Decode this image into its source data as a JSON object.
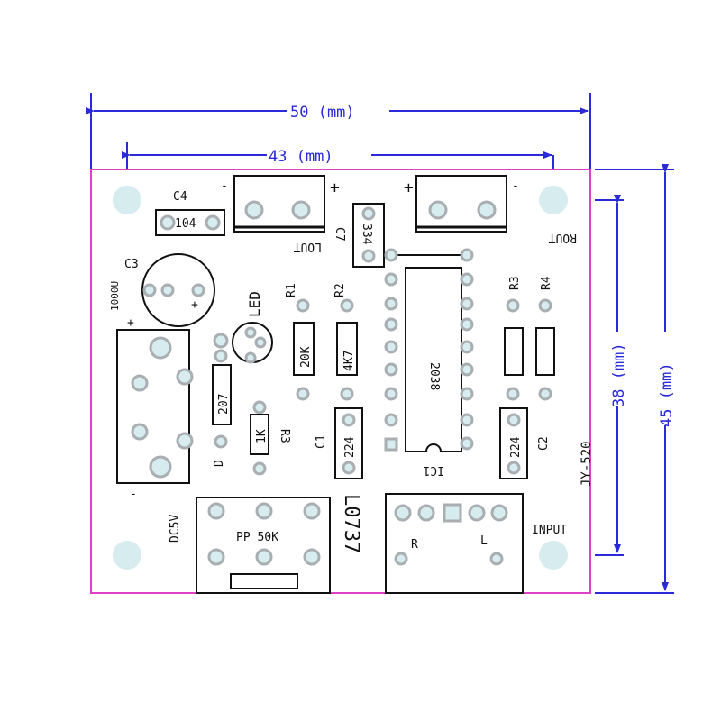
{
  "colors": {
    "dimension": "#2a2ad8",
    "board_outline": "#e040c8",
    "pad_fill": "#d6ecee",
    "pad_inner": "#a8aeb2",
    "silkscreen": "#111111"
  },
  "dimensions": {
    "width_outer": "50 (mm)",
    "width_inner": "43 (mm)",
    "height_inner": "38 (mm)",
    "height_outer": "45 (mm)"
  },
  "labels": {
    "c4": "C4",
    "c4_value": "104",
    "lout": "LOUT",
    "c7": "C7",
    "c7_value": "334",
    "rout": "ROUT",
    "c3": "C3",
    "c3_value": "1000U",
    "led": "LED",
    "r1": "R1",
    "r1_value": "20K",
    "r2": "R2",
    "r2_value": "4K7",
    "r3_left": "R3",
    "r3_left_value": "1K",
    "r3_right": "R3",
    "r4": "R4",
    "d": "D",
    "d_value": "207",
    "ic_value": "2038",
    "ic": "IC1",
    "c1": "C1",
    "c1_value": "224",
    "c2": "C2",
    "c2_value": "224",
    "jy": "JY-520",
    "l0737": "L0737",
    "pot": "PP 50K",
    "dc5v": "DC5V",
    "input": "INPUT",
    "r": "R",
    "l": "L",
    "plus": "+",
    "minus": "-"
  }
}
